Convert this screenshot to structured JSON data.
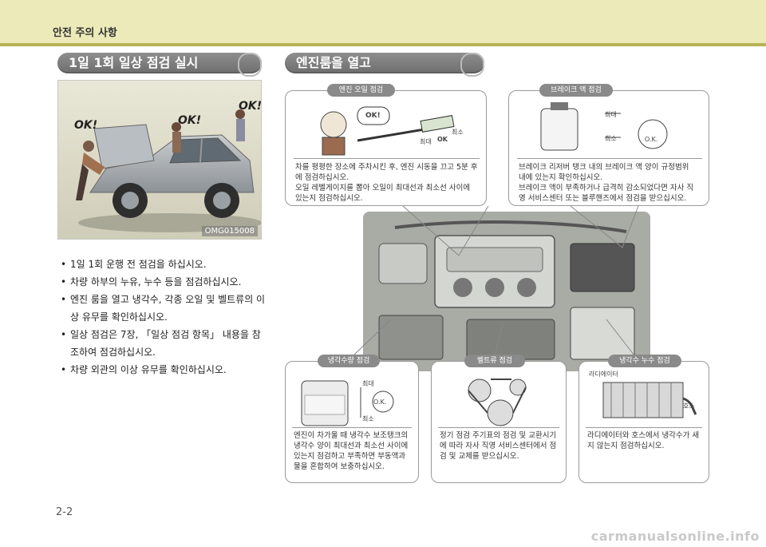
{
  "header": {
    "title": "안전 주의 사항"
  },
  "left_section": {
    "heading": "1일 1회 일상 점검 실시",
    "photo": {
      "ok_labels": [
        "OK!",
        "OK!",
        "OK!"
      ],
      "code": "OMG015008"
    },
    "bullets": [
      "1일 1회 운행 전 점검을 하십시오.",
      "차량 하부의 누유, 누수 등을 점검하십시오.",
      "엔진 룸을 열고 냉각수, 각종 오일 및 벨트류의 이상 유무를 확인하십시오.",
      "일상 점검은 7장, 「일상 점검 항목」 내용을 참조하여 점검하십시오.",
      "차량 외관의 이상 유무를 확인하십시오."
    ]
  },
  "right_section": {
    "heading": "엔진룸을 열고",
    "engine_oil": {
      "tag": "엔진 오일 점검",
      "bubble": "OK!",
      "label_max": "최대",
      "label_ok": "OK",
      "label_min": "최소",
      "lines": [
        "차를 평평한 장소에 주차시킨 후, 엔진 시동을 끄고 5분 후",
        "에 점검하십시오.",
        "오일 레벨게이지를 뽑아 오일이 최대선과 최소선 사이에",
        "있는지 점검하십시오."
      ]
    },
    "brake_fluid": {
      "tag": "브레이크 액 점검",
      "label_max": "최대",
      "label_min": "최소",
      "label_ok": "O.K.",
      "lines": [
        "브레이크 리저버 탱크 내의 브레이크 액 양이 규정범위",
        "내에 있는지 확인하십시오.",
        "브레이크 액이 부족하거나 급격히 감소되었다면 자사 직",
        "영 서비스센터 또는 블루핸즈에서 점검을 받으십시오."
      ]
    },
    "coolant_level": {
      "tag": "냉각수량 점검",
      "label_max": "최대",
      "label_min": "최소",
      "label_ok": "O.K.",
      "lines": [
        "엔진이 차가울 때 냉각수 보조탱크의",
        "냉각수 양이 최대선과 최소선 사이에",
        "있는지 점검하고 부족하면 부동액과",
        "물을 혼합하여 보충하십시오."
      ]
    },
    "belts": {
      "tag": "벨트류 점검",
      "lines": [
        "정기 점검 주기표의 점검 및 교환시기",
        "에 따라 자사 직영 서비스센터에서 점",
        "검 및 교체를 받으십시오."
      ]
    },
    "coolant_leak": {
      "tag": "냉각수 누수 점검",
      "label_radiator": "라디에이터",
      "label_hose": "호스",
      "lines": [
        "라디에이터와 호스에서 냉각수가 새",
        "지 않는지 점검하십시오."
      ]
    }
  },
  "footer": {
    "page_number": "2-2",
    "watermark": "carmanualsonline.info"
  }
}
